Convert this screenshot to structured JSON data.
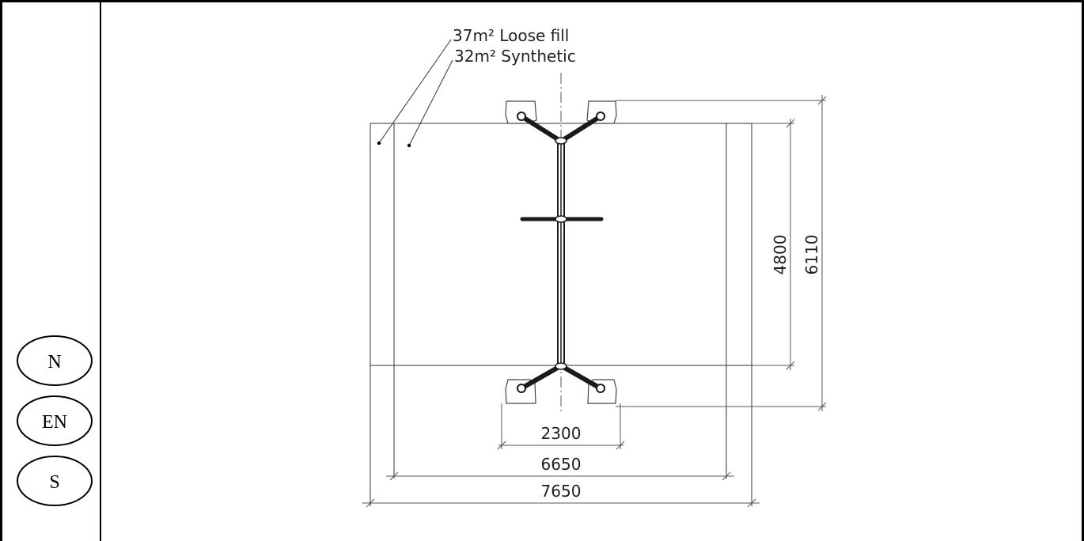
{
  "legend_badges": [
    {
      "id": "n",
      "label": "N"
    },
    {
      "id": "en",
      "label": "EN"
    },
    {
      "id": "s",
      "label": "S"
    }
  ],
  "surfacing": {
    "loose_fill": "37m² Loose fill",
    "synthetic": "32m² Synthetic"
  },
  "dimensions": {
    "posts_width": "2300",
    "inner_width": "6650",
    "outer_width": "7650",
    "inner_length": "4800",
    "outer_length": "6110"
  }
}
